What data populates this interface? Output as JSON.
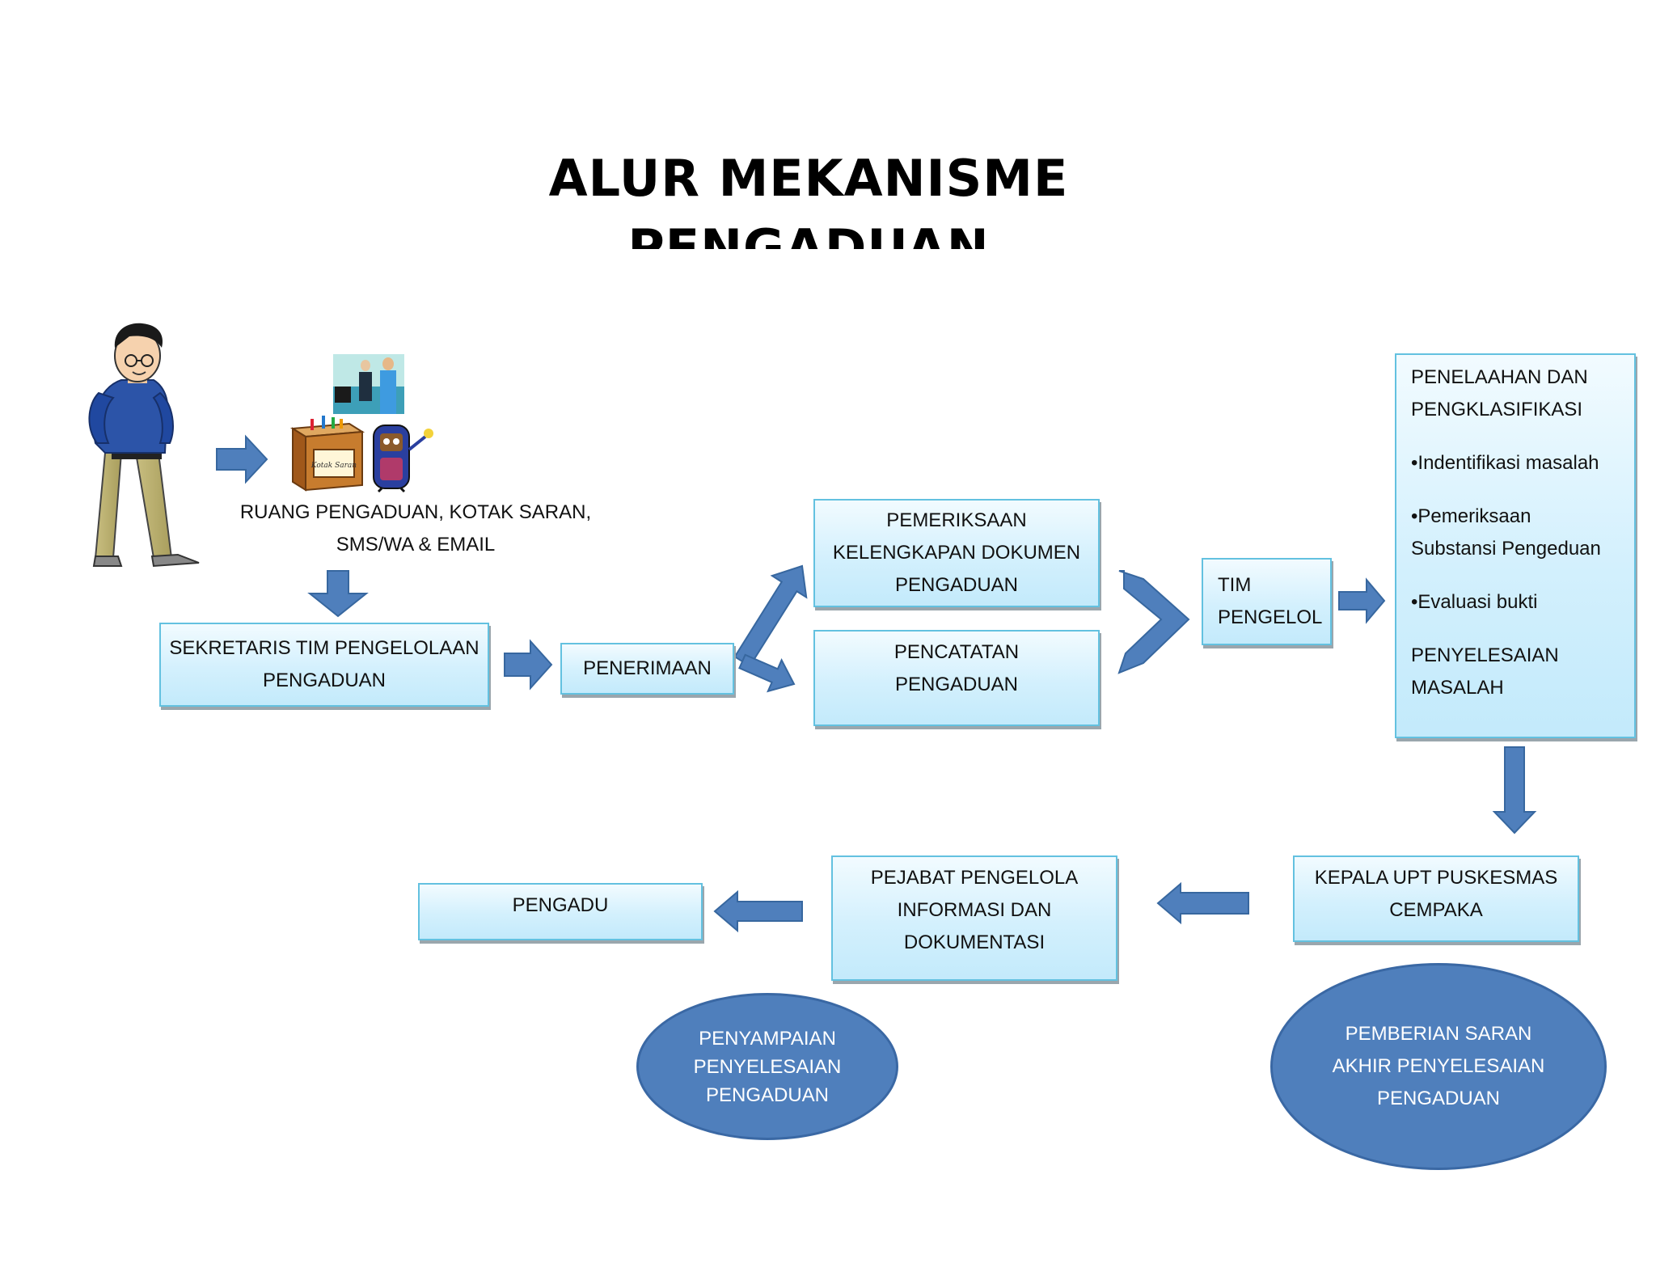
{
  "title": {
    "line1": "ALUR MEKANISME",
    "line2": "PENGADUAN"
  },
  "channels": {
    "caption_line1": "RUANG PENGADUAN, KOTAK SARAN,",
    "caption_line2": "SMS/WA & EMAIL",
    "suggestion_box_label": "Kotak Saran"
  },
  "boxes": {
    "sekretaris": [
      "SEKRETARIS TIM PENGELOLAAN",
      "PENGADUAN"
    ],
    "penerimaan": [
      "PENERIMAAN"
    ],
    "pemeriksaan": [
      "PEMERIKSAAN",
      "KELENGKAPAN DOKUMEN",
      "PENGADUAN"
    ],
    "pencatatan": [
      "PENCATATAN",
      "PENGADUAN"
    ],
    "tim": [
      "TIM",
      "PENGELOL"
    ],
    "penelaahan": {
      "heading": [
        "PENELAAHAN DAN",
        "PENGKLASIFIKASI"
      ],
      "bullets": [
        "•Indentifikasi masalah",
        "•Pemeriksaan",
        "Substansi Pengeduan",
        "•Evaluasi bukti"
      ],
      "footer": [
        "PENYELESAIAN",
        "MASALAH"
      ]
    },
    "kepala": [
      "KEPALA  UPT PUSKESMAS",
      "CEMPAKA"
    ],
    "pejabat": [
      "PEJABAT PENGELOLA",
      "INFORMASI DAN",
      "DOKUMENTASI"
    ],
    "pengadu": [
      "PENGADU"
    ]
  },
  "ellipses": {
    "penyampaian": [
      "PENYAMPAIAN",
      "PENYELESAIAN",
      "PENGADUAN"
    ],
    "pemberian": [
      "PEMBERIAN SARAN",
      "AKHIR PENYELESAIAN",
      "PENGADUAN"
    ]
  },
  "colors": {
    "arrow_fill": "#4f7fbc",
    "arrow_stroke": "#37679f",
    "box_border": "#63c1e0",
    "ellipse_fill": "#4f7fbc"
  }
}
